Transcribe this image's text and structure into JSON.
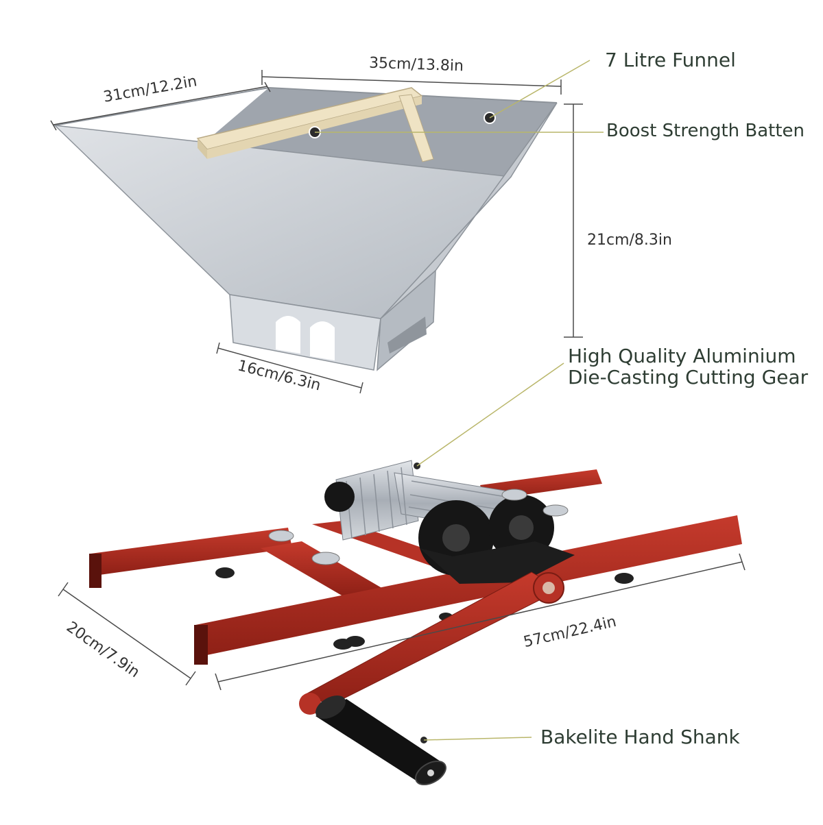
{
  "colors": {
    "callout_text": "#2e3d33",
    "dimension_text": "#333333",
    "leader_line": "#b9b66a",
    "frame_red": "#a8291e",
    "funnel_metal": "#c9ced3",
    "batten_wood": "#efe3c4",
    "handle_black": "#111111"
  },
  "callouts": {
    "funnel": "7 Litre Funnel",
    "batten": "Boost Strength Batten",
    "gear_line1": "High Quality Aluminium",
    "gear_line2": "Die-Casting Cutting Gear",
    "handle": "Bakelite Hand Shank"
  },
  "dimensions": {
    "funnel_length": "35cm/13.8in",
    "funnel_width": "31cm/12.2in",
    "funnel_height": "21cm/8.3in",
    "funnel_bottom": "16cm/6.3in",
    "frame_width": "20cm/7.9in",
    "frame_length": "57cm/22.4in"
  },
  "icons": [
    "funnel-illustration",
    "crusher-frame-illustration",
    "roller-gear-icon",
    "bakelite-handle-icon"
  ]
}
